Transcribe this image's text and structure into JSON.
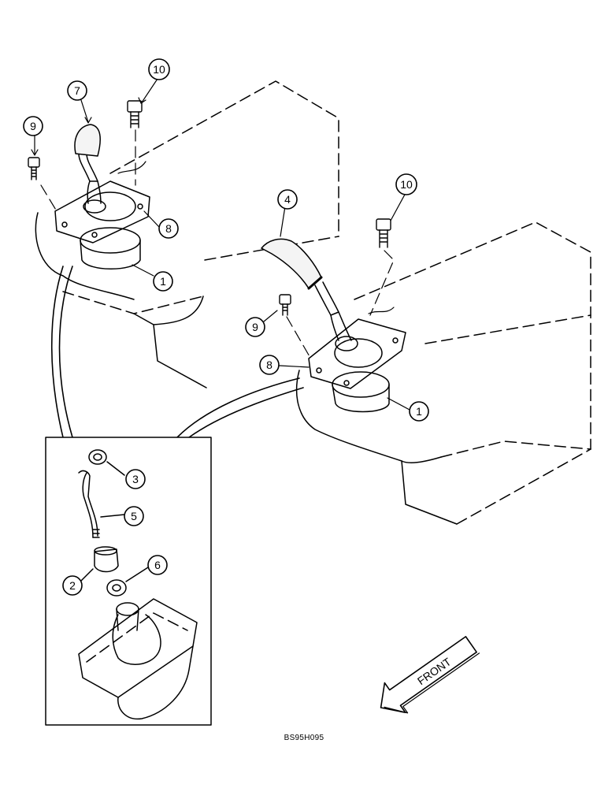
{
  "callouts": {
    "c1_left": "1",
    "c1_right": "1",
    "c2": "2",
    "c3": "3",
    "c4": "4",
    "c5": "5",
    "c6": "6",
    "c7": "7",
    "c8_left": "8",
    "c8_right": "8",
    "c9_left": "9",
    "c9_right": "9",
    "c10_left": "10",
    "c10_right": "10"
  },
  "front_label": "FRONT",
  "reference_code": "BS95H095"
}
